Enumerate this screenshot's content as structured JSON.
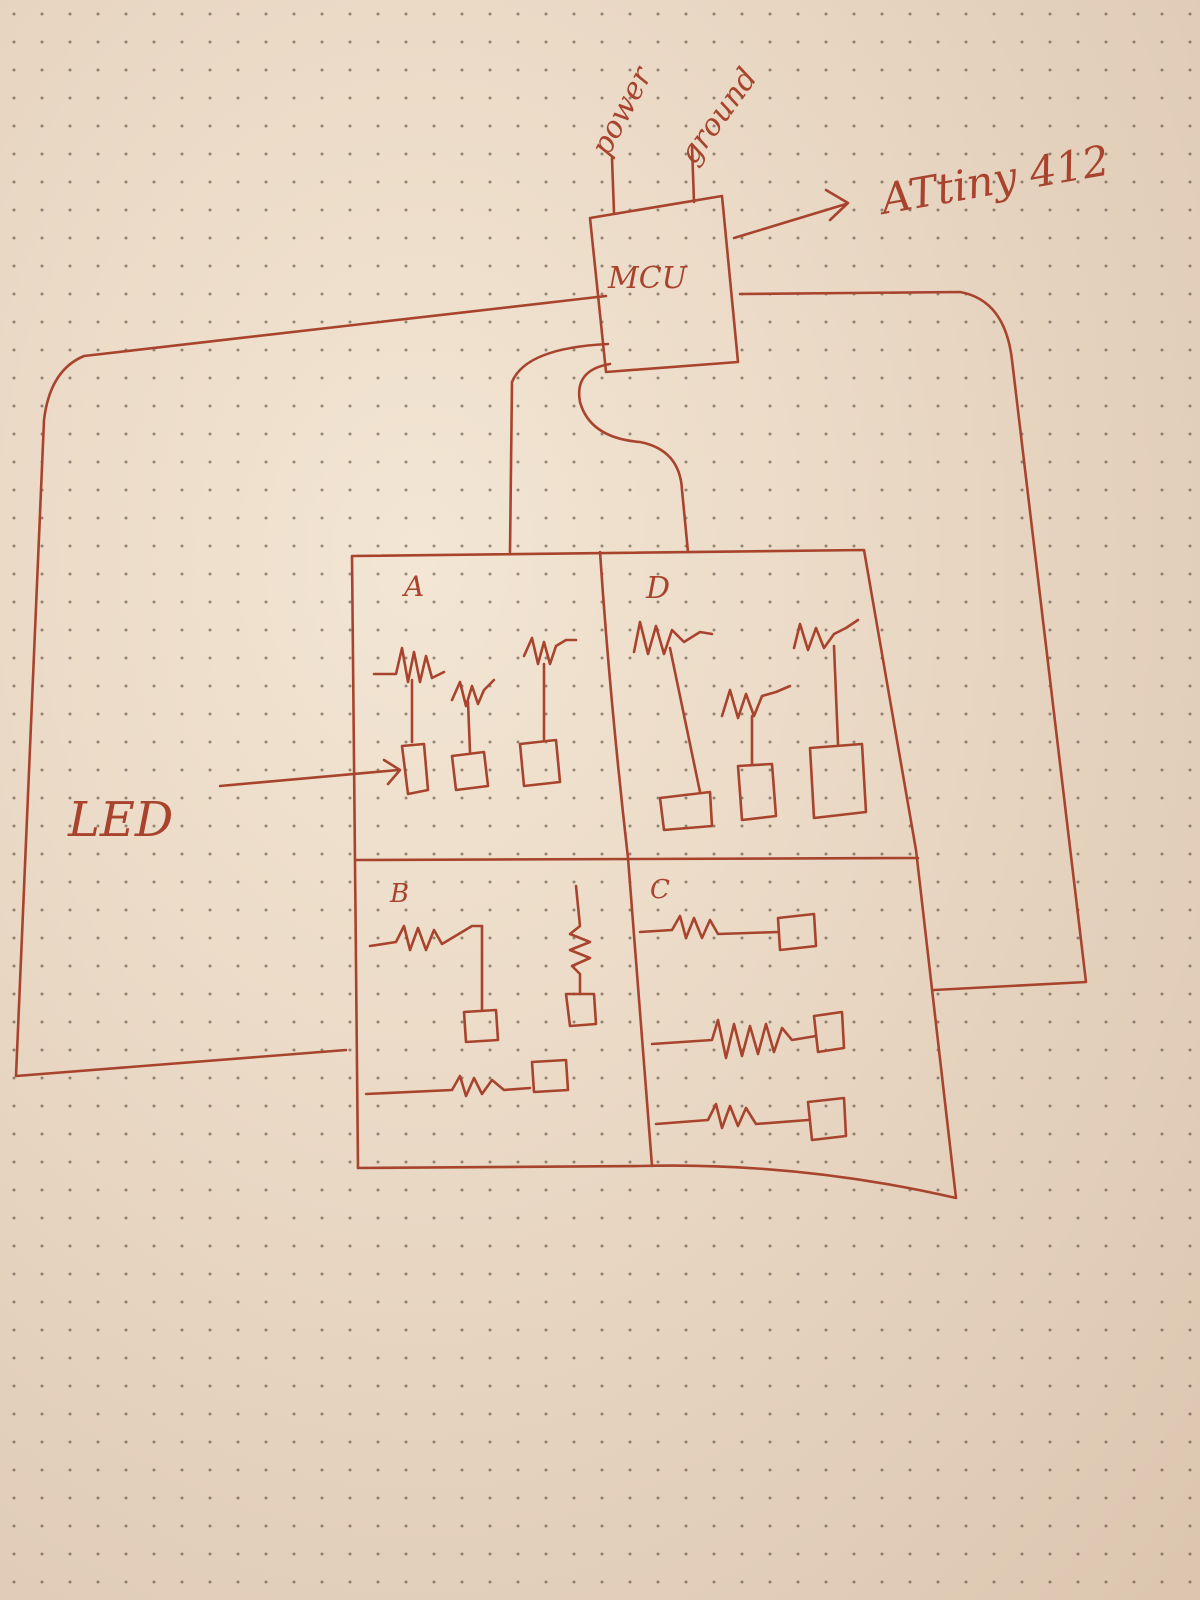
{
  "colors": {
    "paper": "#e9d8c4",
    "ink": "#a8442e",
    "dot": "#4a3a2c"
  },
  "labels": {
    "power": "power",
    "ground": "ground",
    "mcu": "MCU",
    "mcu_part": "ATtiny 412",
    "led": "LED",
    "section_a": "A",
    "section_b": "B",
    "section_c": "C",
    "section_d": "D"
  }
}
